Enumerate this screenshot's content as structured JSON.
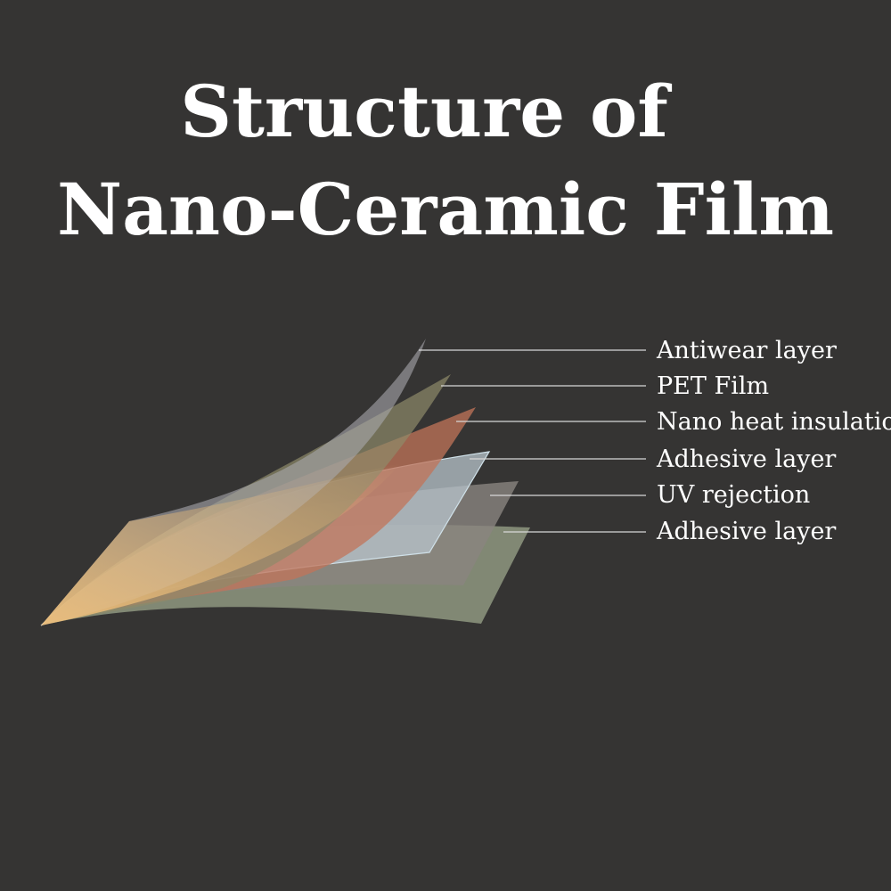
{
  "title": {
    "line1": "Structure of",
    "line2": "Nano-Ceramic Film"
  },
  "layers": [
    {
      "label": "Antiwear layer",
      "color": "#a8a9ad"
    },
    {
      "label": "PET Film",
      "color": "#8f8a6a"
    },
    {
      "label": "Nano heat insulation",
      "color": "#c2745a"
    },
    {
      "label": "Adhesive layer",
      "color": "#b8c4cc"
    },
    {
      "label": "UV rejection",
      "color": "#8a8580"
    },
    {
      "label": "Adhesive layer",
      "color": "#8e9880"
    }
  ],
  "colors": {
    "background": "#353433",
    "accent_orange": "#e8b070",
    "text": "#ffffff",
    "leader_line": "#d8d8d8"
  }
}
